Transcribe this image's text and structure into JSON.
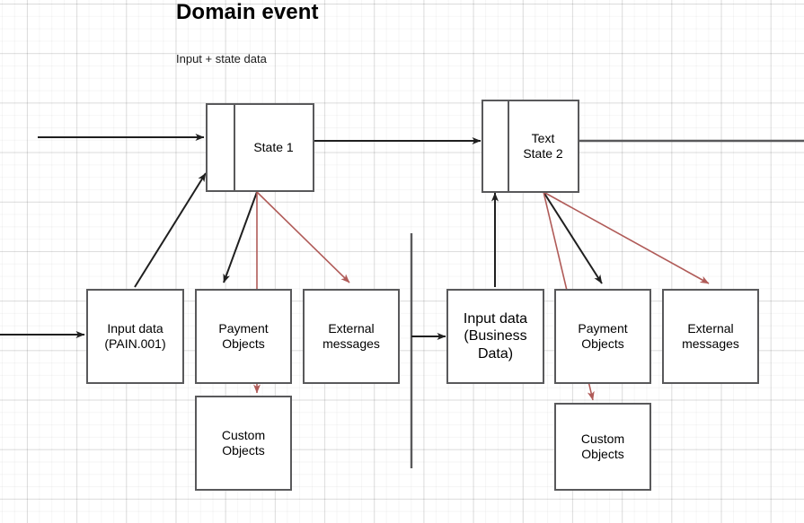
{
  "diagram": {
    "title": "Domain event",
    "subtitle": "Input + state data",
    "colors": {
      "box_stroke": "#59595b",
      "black_arrow": "#1f1f1f",
      "red_arrow": "#b05b58",
      "grid_minor": "#f0f0f0",
      "grid_major": "#e2e2e2",
      "background": "#ffffff"
    },
    "nodes": {
      "state1": {
        "label": "State 1"
      },
      "state2": {
        "label": "Text\nState 2"
      },
      "input_left": {
        "label": "Input data\n(PAIN.001)"
      },
      "payment_left": {
        "label": "Payment\nObjects"
      },
      "external_left": {
        "label": "External\nmessages"
      },
      "custom_left": {
        "label": "Custom\nObjects"
      },
      "input_right": {
        "label": "Input data\n(Business\nData)"
      },
      "payment_right": {
        "label": "Payment\nObjects"
      },
      "external_right": {
        "label": "External\nmessages"
      },
      "custom_right": {
        "label": "Custom\nObjects"
      }
    }
  }
}
